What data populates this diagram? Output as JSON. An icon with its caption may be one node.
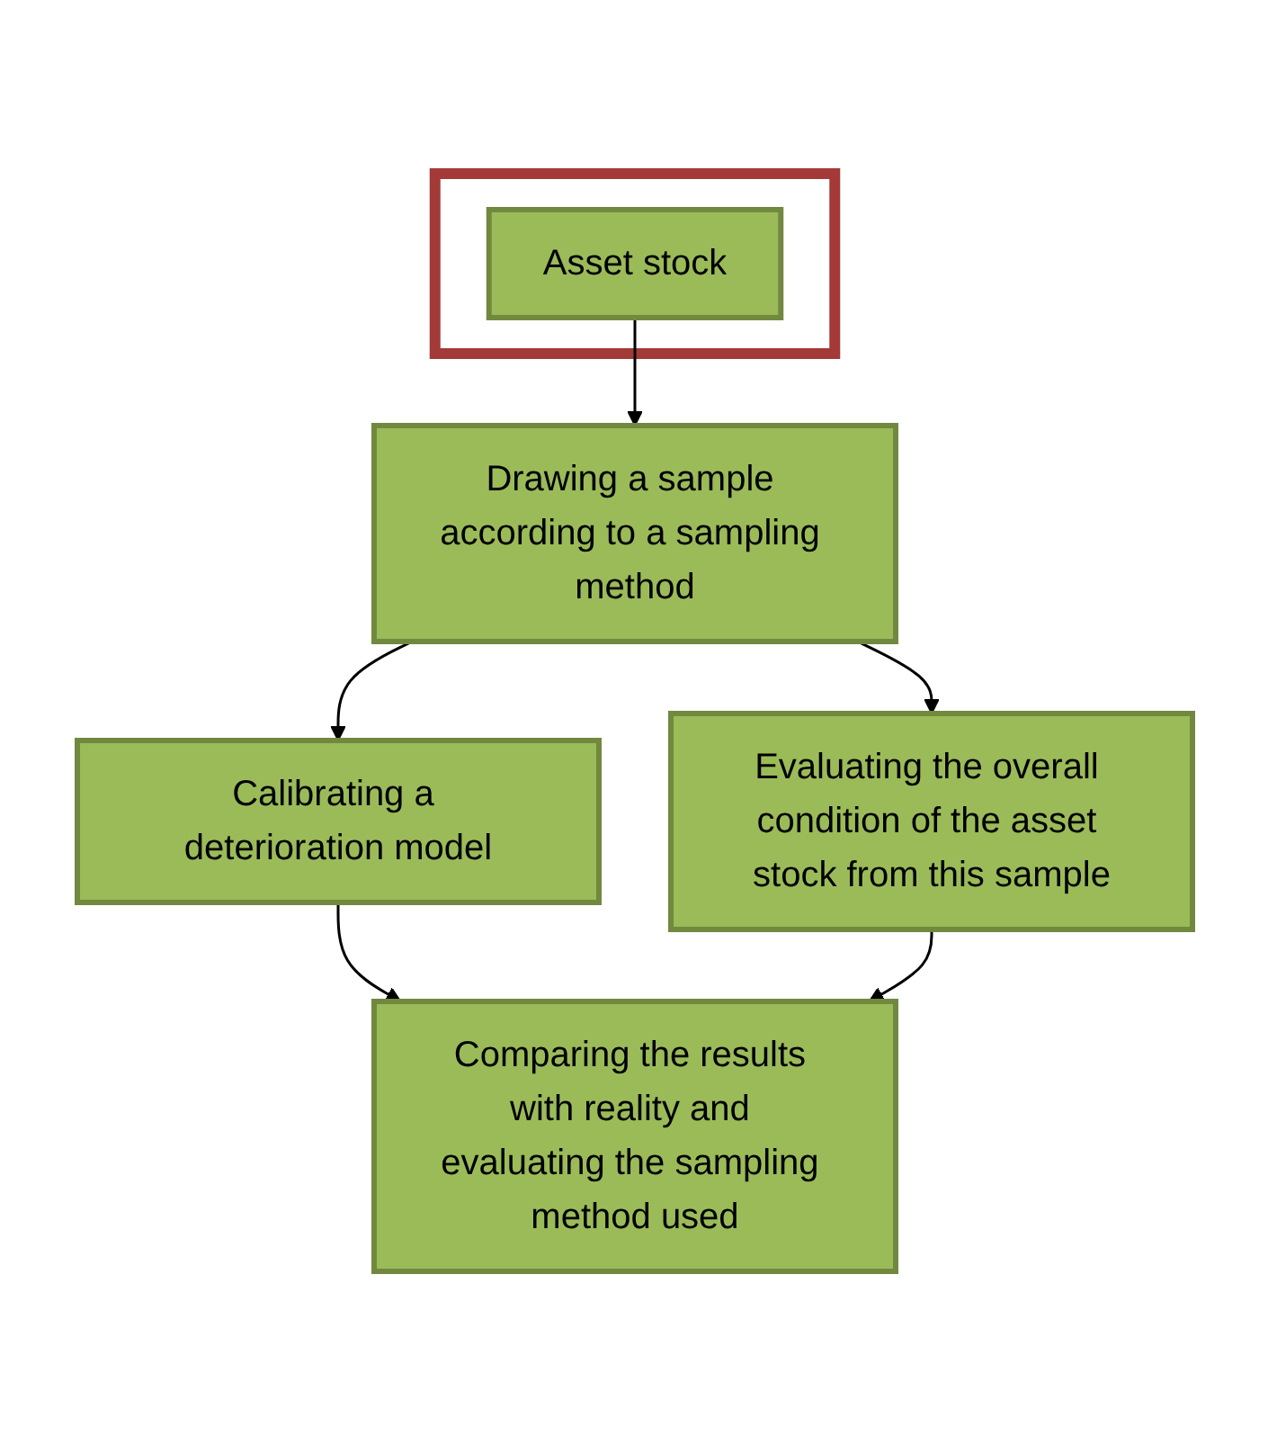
{
  "diagram": {
    "nodes": [
      {
        "text": [],
        "shape": "box"
      },
      {
        "text": [
          "Asset stock"
        ],
        "in": 0
      },
      {
        "text": [
          "Drawing a sample according to a sampling method"
        ]
      },
      {
        "text": [
          "Calibrating a deterioration model"
        ]
      },
      {
        "text": [
          "Evaluating the overall condition of the asset stock from this sample"
        ]
      },
      {
        "text": [
          "Comparing the results with reality and evaluating the sampling method used"
        ]
      }
    ],
    "edges": [
      {
        "from": 1,
        "to": 2,
        "arrow": "to"
      },
      {
        "from": 2,
        "to": 3,
        "arrow": "to"
      },
      {
        "from": 2,
        "to": 4,
        "arrow": "to"
      },
      {
        "from": 3,
        "to": 5,
        "arrow": "to"
      },
      {
        "from": 4,
        "to": 5,
        "arrow": "to"
      }
    ]
  }
}
